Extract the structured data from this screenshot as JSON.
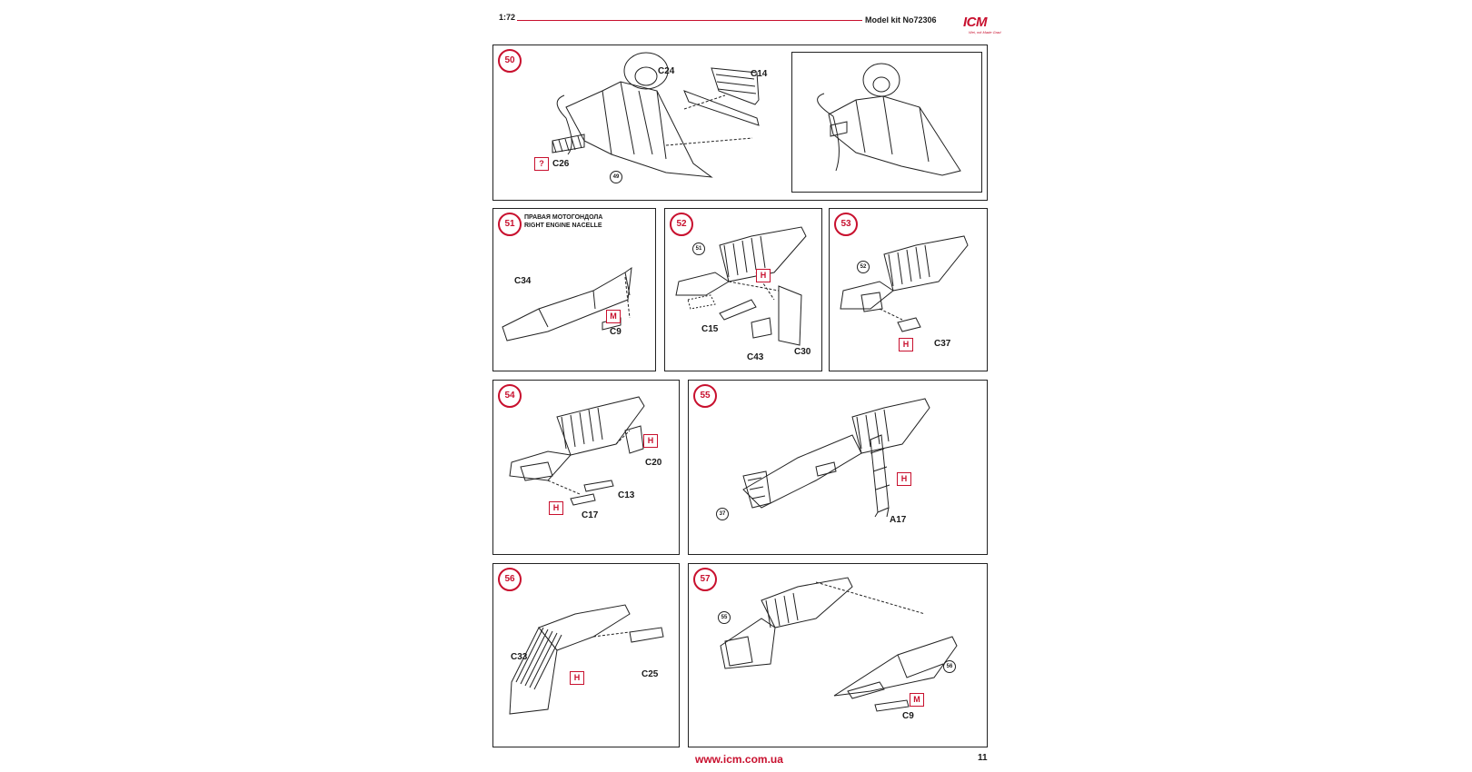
{
  "header": {
    "scale": "1:72",
    "model_kit": "Model kit No72306",
    "logo_text": "ICM",
    "logo_tagline": "Wei, mit Made Grad"
  },
  "steps": {
    "s50": {
      "number": "50",
      "parts": {
        "c24": "C24",
        "c14": "C14",
        "c26": "C26"
      },
      "paint_q": "?",
      "ref": "49"
    },
    "s51": {
      "number": "51",
      "title_ru": "ПРАВАЯ МОТОГОНДОЛА",
      "title_en": "RIGHT ENGINE NACELLE",
      "parts": {
        "c34": "C34",
        "c9": "C9"
      },
      "paint": "M"
    },
    "s52": {
      "number": "52",
      "ref": "51",
      "parts": {
        "c15": "C15",
        "c43": "C43",
        "c30": "C30"
      },
      "paint": "H"
    },
    "s53": {
      "number": "53",
      "ref": "52",
      "parts": {
        "c37": "C37"
      },
      "paint": "H"
    },
    "s54": {
      "number": "54",
      "parts": {
        "c20": "C20",
        "c13": "C13",
        "c17": "C17"
      },
      "paint_a": "H",
      "paint_b": "H"
    },
    "s55": {
      "number": "55",
      "ref": "37",
      "parts": {
        "a17": "A17"
      },
      "paint": "H"
    },
    "s56": {
      "number": "56",
      "parts": {
        "c33": "C33",
        "c25": "C25"
      },
      "paint": "H"
    },
    "s57": {
      "number": "57",
      "ref_a": "55",
      "ref_b": "56",
      "parts": {
        "c9": "C9"
      },
      "paint": "M"
    }
  },
  "footer": {
    "url": "www.icm.com.ua",
    "page": "11"
  },
  "colors": {
    "accent_red": "#c8102e",
    "line": "#222222"
  }
}
